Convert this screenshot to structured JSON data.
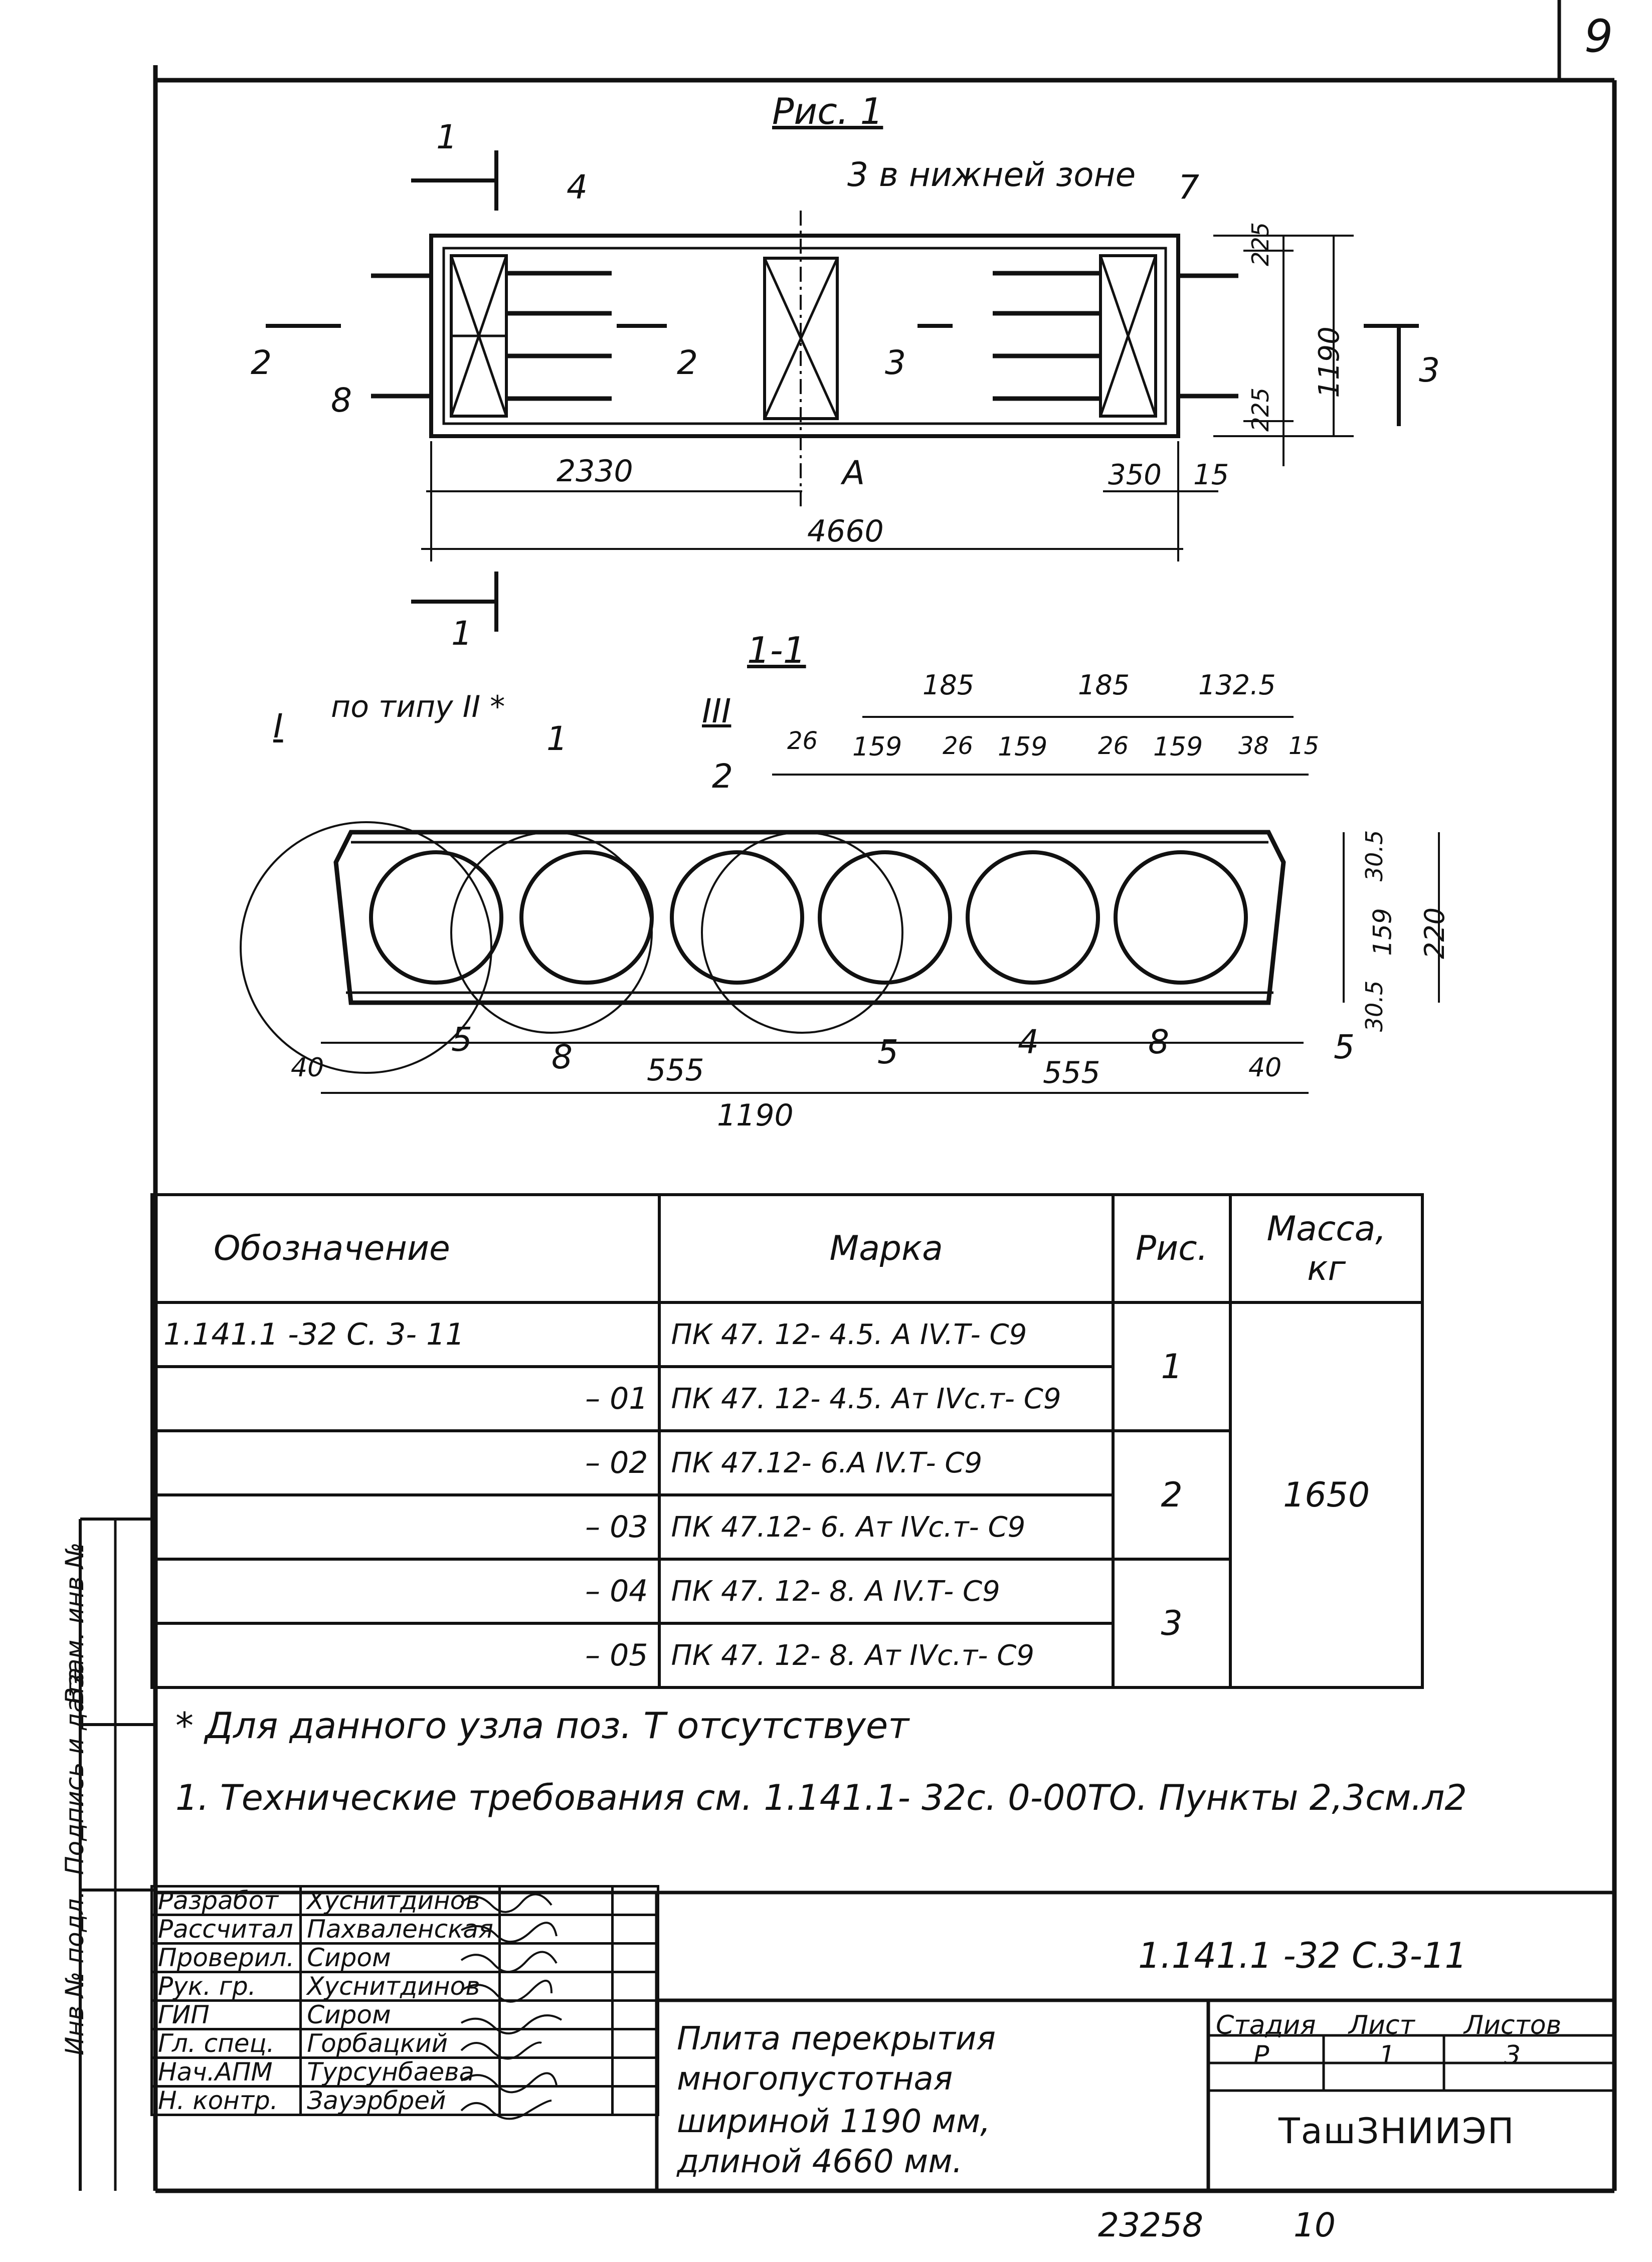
{
  "page_number": "9",
  "figure": {
    "title": "Рис. 1",
    "note_bottom_zone": "3 в нижней зоне",
    "callouts": [
      "1",
      "4",
      "7",
      "2",
      "8",
      "3",
      "A"
    ],
    "dims_plan": [
      "2330",
      "350",
      "15",
      "4660",
      "1190",
      "225",
      "225"
    ]
  },
  "section": {
    "title": "1-1",
    "label_I": "I",
    "label_type": "по типу II *",
    "label_III": "III",
    "callouts": [
      "1",
      "2",
      "5",
      "8",
      "5",
      "4",
      "8",
      "5"
    ],
    "dims_top": [
      "185",
      "185",
      "132.5",
      "26",
      "159",
      "26",
      "159",
      "26",
      "159",
      "38",
      "15"
    ],
    "dims_right": [
      "30.5",
      "159",
      "30.5",
      "220"
    ],
    "dims_bottom": [
      "40",
      "555",
      "555",
      "40",
      "1190"
    ]
  },
  "spec_table": {
    "headers": {
      "designation": "Обозначение",
      "mark": "Марка",
      "figure": "Рис.",
      "mass": "Масса, кг"
    },
    "rows": [
      {
        "designation": "1.141.1 -32   С. 3-  11",
        "mark": "ПК 47. 12- 4.5. А IV.Т- С9"
      },
      {
        "designation": "– 01",
        "mark": "ПК 47. 12- 4.5. Ат IVс.т- С9"
      },
      {
        "designation": "– 02",
        "mark": "ПК 47.12- 6.А IV.Т- С9"
      },
      {
        "designation": "– 03",
        "mark": "ПК 47.12- 6. Ат IVс.т- С9"
      },
      {
        "designation": "– 04",
        "mark": "ПК 47. 12- 8. А IV.Т- С9"
      },
      {
        "designation": "– 05",
        "mark": "ПК 47. 12- 8. Ат IVс.т- С9"
      }
    ],
    "figures": [
      "1",
      "2",
      "3"
    ],
    "mass": "1650"
  },
  "notes": {
    "star": "* Для  данного  узла   поз.  Т  отсутствует",
    "tech": "1. Технические   требования   см.  1.141.1- 32с. 0-00ТО. Пункты 2,3см.л2"
  },
  "side_labels": [
    "Инв № подл.",
    "Подпись и дата",
    "Взам. инв №"
  ],
  "stamp": {
    "roles": [
      {
        "role": "Разработ",
        "name": "Хуснитдинов"
      },
      {
        "role": "Рассчитал",
        "name": "Пахваленская"
      },
      {
        "role": "Проверил.",
        "name": "Сиром"
      },
      {
        "role": "Рук. гр.",
        "name": "Хуснитдинов"
      },
      {
        "role": "ГИП",
        "name": "Сиром"
      },
      {
        "role": "Гл. спец.",
        "name": "Горбацкий"
      },
      {
        "role": "Нач.АПМ",
        "name": "Турсунбаева"
      },
      {
        "role": "Н. контр.",
        "name": "Зауэрбрей"
      }
    ],
    "document_code": "1.141.1 -32 С.3-11",
    "title_lines": [
      "Плита  перекрытия",
      "многопустотная",
      "шириной         1190 мм,",
      "длиной   4660   мм."
    ],
    "stage_label": "Стадия",
    "sheet_label": "Лист",
    "sheets_label": "Листов",
    "stage": "Р",
    "sheet": "1",
    "sheets": "3",
    "organization": "ТашЗНИИЭП"
  },
  "footer": {
    "archive_number": "23258",
    "sheet_index": "10"
  }
}
